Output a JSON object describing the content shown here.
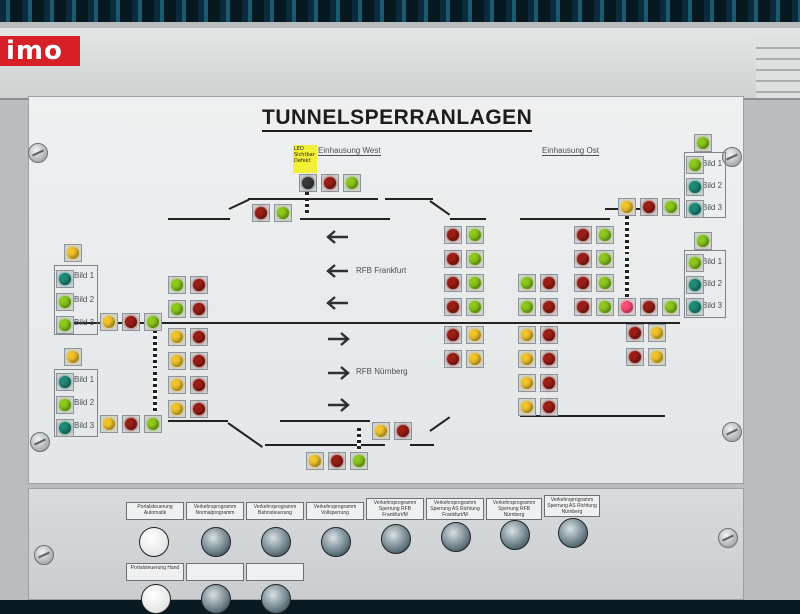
{
  "brand": {
    "text": "imo"
  },
  "panel": {
    "title": "TUNNELSPERRANLAGEN",
    "west_label": "Einhausung West",
    "east_label": "Einhausung Ost",
    "route_frankfurt": "RFB Frankfurt",
    "route_nuernberg": "RFB Nürnberg",
    "note": "LED Sichtbar Defekt"
  },
  "bild": {
    "b1": "Bild 1",
    "b2": "Bild 2",
    "b3": "Bild 3"
  },
  "buttons": [
    {
      "label": "Portalsteuerung Automatik"
    },
    {
      "label": "Verkehrsprogramm Normalprogramm"
    },
    {
      "label": "Verkehrsprogramm Bahnsteuerung"
    },
    {
      "label": "Verkehrsprogramm Vollsperrung"
    },
    {
      "label": "Verkehrsprogramm Sperrung RFB Frankfurt/M"
    },
    {
      "label": "Verkehrsprogramm Sperrung AS Richtung Frankfurt/M"
    },
    {
      "label": "Verkehrsprogramm Sperrung RFB Nürnberg"
    },
    {
      "label": "Verkehrsprogramm Sperrung AS Richtung Nürnberg"
    },
    {
      "label": "Portalsteuerung Hand"
    }
  ],
  "colors": {
    "red": "#9c1f17",
    "yellow": "#f0c32a",
    "green": "#8cc81d",
    "teal": "#1e8a78",
    "off": "#3a3a3a",
    "pink": "#ff4d7a",
    "amber": "#f59d12"
  }
}
